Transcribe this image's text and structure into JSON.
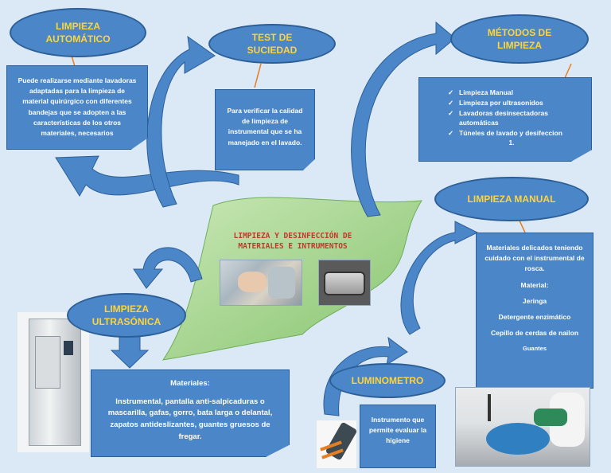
{
  "center": {
    "title_line1": "LIMPIEZA Y DESINFECCIÓN DE",
    "title_line2": "MATERIALES E INTRUMENTOS"
  },
  "limpieza_automatico": {
    "title_line1": "LIMPIEZA",
    "title_line2": "AUTOMÁTICO",
    "text": "Puede realizarse mediante lavadoras adaptadas para la limpieza de material quirúrgico con diferentes bandejas que se adopten a las características de los otros materiales, necesarios"
  },
  "test_suciedad": {
    "title_line1": "TEST DE",
    "title_line2": "SUCIEDAD",
    "text": "Para verificar la calidad de limpieza de instrumental que se ha manejado en el lavado."
  },
  "metodos": {
    "title_line1": "MÉTODOS DE",
    "title_line2": "LIMPIEZA",
    "items": [
      "Limpieza Manual",
      "Limpieza por ultrasonidos",
      "Lavadoras desinsectadoras automáticas",
      "Túneles de lavado y desifeccion"
    ],
    "footnote": "1."
  },
  "limpieza_manual": {
    "title": "LIMPIEZA MANUAL",
    "intro": "Materiales delicados teniendo cuidado con el instrumental de rosca.",
    "material_label": "Material:",
    "items": [
      "Jeringa",
      "Detergente enzimático",
      "Cepillo de cerdas de nailon",
      "Guantes"
    ]
  },
  "limpieza_ultrasonica": {
    "title_line1": "LIMPIEZA",
    "title_line2": "ULTRASÓNICA",
    "materiales_label": "Materiales:",
    "text": "Instrumental, pantalla anti-salpicaduras o mascarilla, gafas, gorro, bata larga o delantal, zapatos antideslizantes, guantes gruesos de fregar."
  },
  "luminometro": {
    "title": "LUMINOMETRO",
    "text": "Instrumento que permite evaluar la higiene"
  },
  "colors": {
    "oval_fill": "#4a86c8",
    "title_text": "#ffd43b",
    "center_shape": "#9bd08a",
    "center_title": "#c0392b"
  }
}
